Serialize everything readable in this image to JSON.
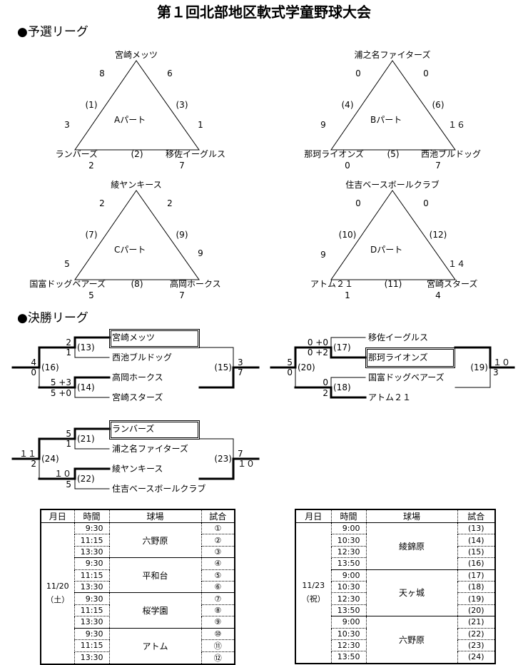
{
  "title": "第１回北部地区軟式学童野球大会",
  "preliminary": {
    "heading": "●予選リーグ",
    "groups": [
      {
        "name": "Aパート",
        "top": "宮崎メッツ",
        "left": "ランバーズ",
        "right": "移佐イーグルス",
        "top_vs_left": {
          "match": "(1)",
          "top_score": "8",
          "left_score": "3"
        },
        "top_vs_right": {
          "match": "(3)",
          "top_score": "6",
          "right_score": "1"
        },
        "left_vs_right": {
          "match": "(2)",
          "left_score": "2",
          "right_score": "7"
        }
      },
      {
        "name": "Bパート",
        "top": "浦之名ファイターズ",
        "left": "那珂ライオンズ",
        "right": "西池ブルドッグ",
        "top_vs_left": {
          "match": "(4)",
          "top_score": "0",
          "left_score": "9"
        },
        "top_vs_right": {
          "match": "(6)",
          "top_score": "0",
          "right_score": "１６"
        },
        "left_vs_right": {
          "match": "(5)",
          "left_score": "0",
          "right_score": "7"
        }
      },
      {
        "name": "Cパート",
        "top": "綾ヤンキース",
        "left": "国富ドッグベアーズ",
        "right": "高岡ホークス",
        "top_vs_left": {
          "match": "(7)",
          "top_score": "2",
          "left_score": "5"
        },
        "top_vs_right": {
          "match": "(9)",
          "top_score": "2",
          "right_score": "9"
        },
        "left_vs_right": {
          "match": "(8)",
          "left_score": "5",
          "right_score": "7"
        }
      },
      {
        "name": "Dパート",
        "top": "住吉ベースボールクラブ",
        "left": "アトム２１",
        "right": "宮崎スターズ",
        "top_vs_left": {
          "match": "(10)",
          "top_score": "0",
          "left_score": "9"
        },
        "top_vs_right": {
          "match": "(12)",
          "top_score": "0",
          "right_score": "１４"
        },
        "left_vs_right": {
          "match": "(11)",
          "left_score": "1",
          "right_score": "4"
        }
      }
    ]
  },
  "finals": {
    "heading": "●決勝リーグ",
    "brackets": [
      {
        "teams": [
          "宮崎メッツ",
          "西池ブルドッグ",
          "高岡ホークス",
          "宮崎スターズ"
        ],
        "semi1": {
          "match": "(13)",
          "scores": [
            "2",
            "1"
          ]
        },
        "semi2": {
          "match": "(14)",
          "scores": [
            "5 +3",
            "5 +0"
          ]
        },
        "left_final": {
          "match": "(16)",
          "scores": [
            "4",
            "0"
          ]
        },
        "right_final": {
          "match": "(15)",
          "scores": [
            "3",
            "7"
          ]
        }
      },
      {
        "teams": [
          "移佐イーグルス",
          "那珂ライオンズ",
          "国富ドッグベアーズ",
          "アトム２１"
        ],
        "semi1": {
          "match": "(17)",
          "scores": [
            "0 +0",
            "0 +2"
          ]
        },
        "semi2": {
          "match": "(18)",
          "scores": [
            "0",
            "2"
          ]
        },
        "left_final": {
          "match": "(20)",
          "scores": [
            "5",
            "0"
          ]
        },
        "right_final": {
          "match": "(19)",
          "scores": [
            "１０",
            "3"
          ]
        }
      },
      {
        "teams": [
          "ランバーズ",
          "浦之名ファイターズ",
          "綾ヤンキース",
          "住吉ベースボールクラブ"
        ],
        "semi1": {
          "match": "(21)",
          "scores": [
            "5",
            "1"
          ]
        },
        "semi2": {
          "match": "(22)",
          "scores": [
            "１０",
            "5"
          ]
        },
        "left_final": {
          "match": "(24)",
          "scores": [
            "１１",
            "2"
          ]
        },
        "right_final": {
          "match": "(23)",
          "scores": [
            "7",
            "１０"
          ]
        }
      }
    ]
  },
  "schedules": [
    {
      "headers": [
        "月日",
        "時間",
        "球場",
        "試合"
      ],
      "date": "11/20",
      "weekday": "（土）",
      "venues": [
        {
          "name": "六野原",
          "slots": [
            [
              "9:30",
              "①"
            ],
            [
              "11:15",
              "②"
            ],
            [
              "13:30",
              "③"
            ]
          ]
        },
        {
          "name": "平和台",
          "slots": [
            [
              "9:30",
              "④"
            ],
            [
              "11:15",
              "⑤"
            ],
            [
              "13:30",
              "⑥"
            ]
          ]
        },
        {
          "name": "桜学園",
          "slots": [
            [
              "9:30",
              "⑦"
            ],
            [
              "11:15",
              "⑧"
            ],
            [
              "13:30",
              "⑨"
            ]
          ]
        },
        {
          "name": "アトム",
          "slots": [
            [
              "9:30",
              "⑩"
            ],
            [
              "11:15",
              "⑪"
            ],
            [
              "13:30",
              "⑫"
            ]
          ]
        }
      ]
    },
    {
      "headers": [
        "月日",
        "時間",
        "球場",
        "試合"
      ],
      "date": "11/23",
      "weekday": "（祝）",
      "venues": [
        {
          "name": "綾錦原",
          "slots": [
            [
              "9:00",
              "(13)"
            ],
            [
              "10:30",
              "(14)"
            ],
            [
              "12:30",
              "(15)"
            ],
            [
              "13:50",
              "(16)"
            ]
          ]
        },
        {
          "name": "天ヶ城",
          "slots": [
            [
              "9:00",
              "(17)"
            ],
            [
              "10:30",
              "(18)"
            ],
            [
              "12:30",
              "(19)"
            ],
            [
              "13:50",
              "(20)"
            ]
          ]
        },
        {
          "name": "六野原",
          "slots": [
            [
              "9:00",
              "(21)"
            ],
            [
              "10:30",
              "(22)"
            ],
            [
              "12:30",
              "(23)"
            ],
            [
              "13:50",
              "(24)"
            ]
          ]
        }
      ]
    }
  ]
}
